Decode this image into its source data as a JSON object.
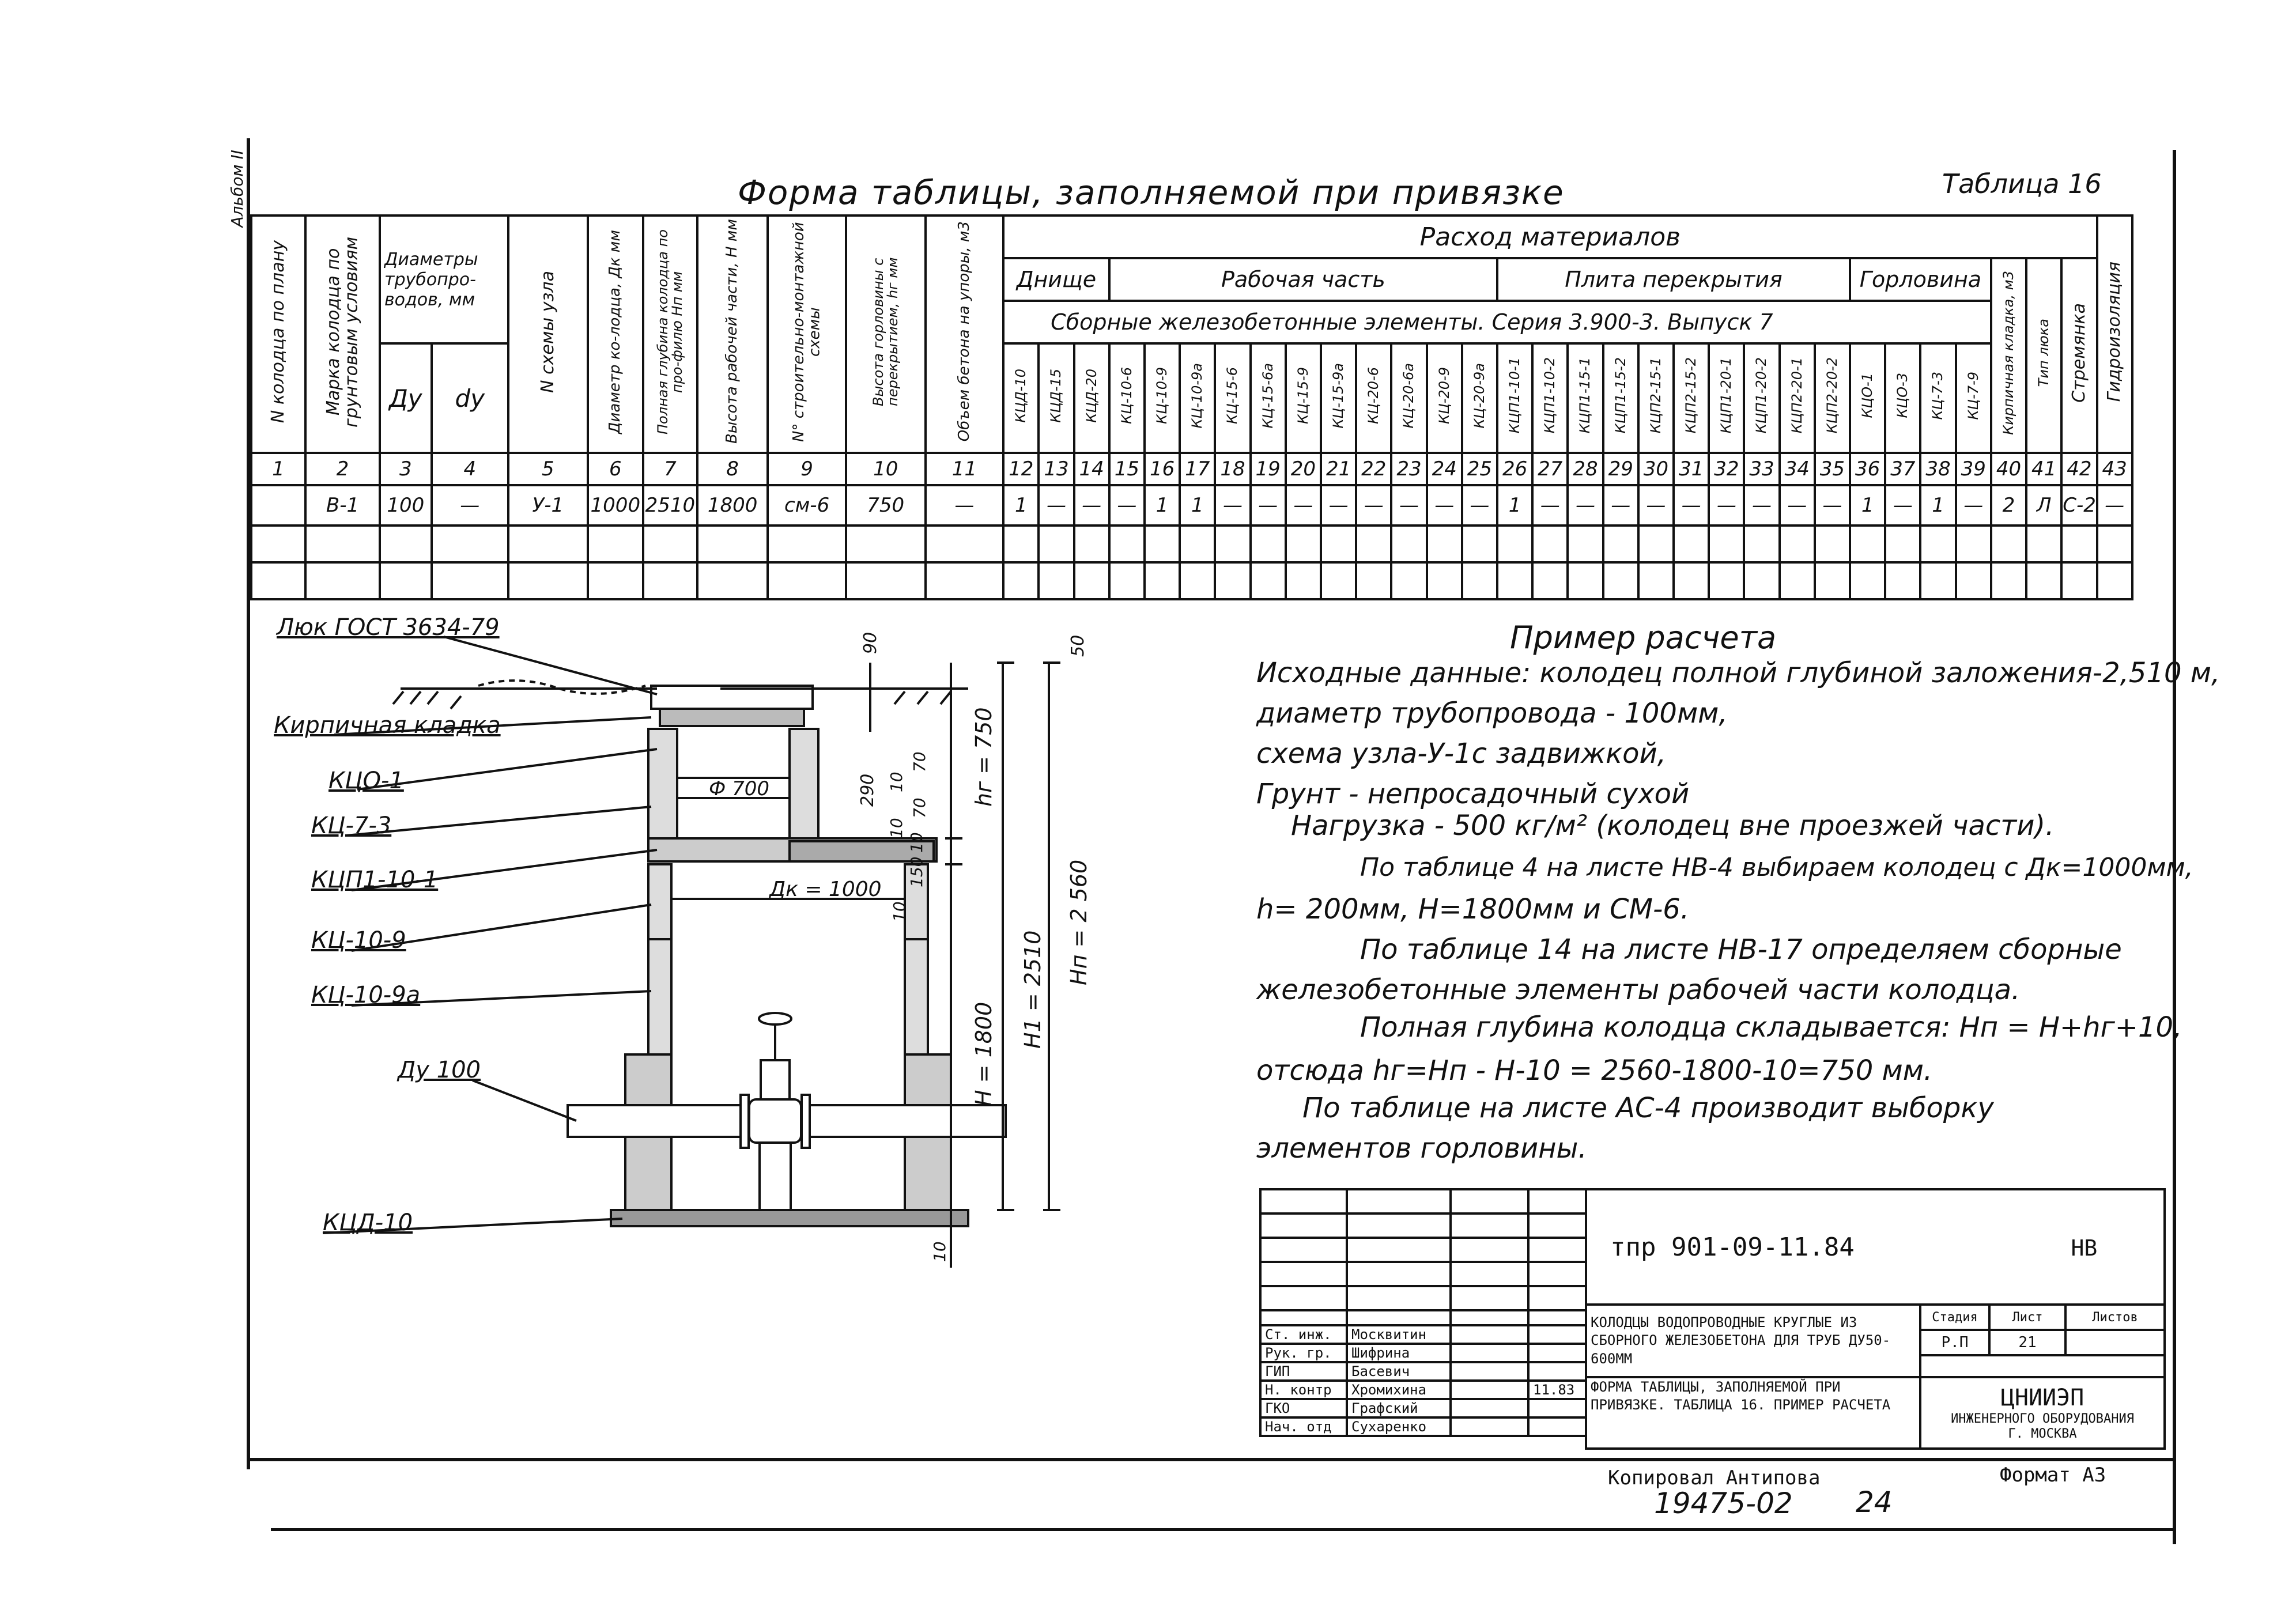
{
  "side_label": "Альбом II",
  "table_title": "Форма таблицы, заполняемой при привязке",
  "table_number": "Таблица 16",
  "headers": {
    "well_no": "N колодца по плану",
    "well_mark": "Марка колодца по грунтовым условиям",
    "pipe_diam": "Диаметры трубопро-водов, мм",
    "Dy": "Ду",
    "dy": "dy",
    "node_scheme": "N схемы узла",
    "well_diam": "Диаметр ко-лодца, Дк мм",
    "full_depth": "Полная глубина колодца по про-филю Hп мм",
    "work_height": "Высота рабочей части, H мм",
    "build_scheme": "N° строительно-монтажной схемы",
    "neck_height": "Высота горловины с перекрытием, hг мм",
    "concrete_volume": "Объем бетона на упоры, м3",
    "materials": "Расход материалов",
    "bottom": "Днище",
    "work_part": "Рабочая часть",
    "slab": "Плита перекрытия",
    "neck": "Горловина",
    "prefab": "Сборные железобетонные элементы.  Серия 3.900-3.  Выпуск 7",
    "brick": "Кирпичная кладка, м3",
    "hatch_type": "Тип люка",
    "ladder": "Стремянка",
    "waterproofing": "Гидроизоляция"
  },
  "element_cols": [
    "КЦД-10",
    "КЦД-15",
    "КЦД-20",
    "КЦ-10-6",
    "КЦ-10-9",
    "КЦ-10-9а",
    "КЦ-15-6",
    "КЦ-15-6а",
    "КЦ-15-9",
    "КЦ-15-9а",
    "КЦ-20-6",
    "КЦ-20-6а",
    "КЦ-20-9",
    "КЦ-20-9а",
    "КЦП1-10-1",
    "КЦП1-10-2",
    "КЦП1-15-1",
    "КЦП1-15-2",
    "КЦП2-15-1",
    "КЦП2-15-2",
    "КЦП1-20-1",
    "КЦП1-20-2",
    "КЦП2-20-1",
    "КЦП2-20-2",
    "КЦО-1",
    "КЦО-3",
    "КЦ-7-3",
    "КЦ-7-9"
  ],
  "col_numbers": [
    "1",
    "2",
    "3",
    "4",
    "5",
    "6",
    "7",
    "8",
    "9",
    "10",
    "11",
    "12",
    "13",
    "14",
    "15",
    "16",
    "17",
    "18",
    "19",
    "20",
    "21",
    "22",
    "23",
    "24",
    "25",
    "26",
    "27",
    "28",
    "29",
    "30",
    "31",
    "32",
    "33",
    "34",
    "35",
    "36",
    "37",
    "38",
    "39",
    "40",
    "41",
    "42",
    "43"
  ],
  "data_row": [
    "",
    "В-1",
    "100",
    "—",
    "У-1",
    "1000",
    "2510",
    "1800",
    "см-6",
    "750",
    "—",
    "1",
    "—",
    "—",
    "—",
    "1",
    "1",
    "—",
    "—",
    "—",
    "—",
    "—",
    "—",
    "—",
    "—",
    "1",
    "—",
    "—",
    "—",
    "—",
    "—",
    "—",
    "—",
    "—",
    "—",
    "1",
    "—",
    "1",
    "—",
    "2",
    "Л",
    "С-2",
    "—"
  ],
  "drawing": {
    "hatch_label": "Люк ГОСТ 3634-79",
    "brick_label": "Кирпичная кладка",
    "kco1": "КЦО-1",
    "kc73": "КЦ-7-3",
    "kcp": "КЦП1-10-1",
    "kc109": "КЦ-10-9",
    "kc109a": "КЦ-10-9а",
    "du100": "Ду 100",
    "kcd10": "КЦД-10",
    "phi700": "Ф 700",
    "dk1000": "Дк = 1000",
    "dim_90": "90",
    "dim_50": "50",
    "dim_290": "290",
    "dim_10a": "10",
    "dim_70a": "70",
    "dim_10b": "10",
    "dim_70b": "70",
    "dim_10c": "10",
    "dim_150": "150",
    "dim_10d": "10",
    "dim_10e": "10",
    "dim_hr": "hг = 750",
    "dim_h": "H = 1800",
    "dim_h1": "H1 = 2510",
    "dim_hn": "Hп = 2 560"
  },
  "example": {
    "title": "Пример расчета",
    "line1": "Исходные данные: колодец полной глубиной заложения-2,510 м,",
    "line2": "диаметр трубопровода - 100мм,",
    "line3": "схема узла-У-1с задвижкой,",
    "line4": "Грунт - непросадочный сухой",
    "line5": "Нагрузка - 500 кг/м² (колодец вне проезжей части).",
    "line6": "По таблице 4 на листе НВ-4 выбираем колодец с Дк=1000мм,",
    "line7": "h= 200мм, H=1800мм и СМ-6.",
    "line8": "По таблице 14 на листе НВ-17 определяем сборные",
    "line9": "железобетонные элементы рабочей части колодца.",
    "line10": "Полная глубина колодца складывается: Hп = H+hг+10,",
    "line11": "отсюда hг=Hп - H-10 = 2560-1800-10=750 мм.",
    "line12": "По таблице на листе АС-4 производит выборку",
    "line13": "элементов горловины."
  },
  "titleblock": {
    "code": "тпр 901-09-11.84",
    "sheet_code": "НВ",
    "roles": [
      "Ст. инж.",
      "Рук. гр.",
      "ГИП",
      "Н. контр",
      "ГКО",
      "Нач. отд"
    ],
    "names": [
      "Москвитин",
      "Шифрина",
      "Басевич",
      "Хромихина",
      "Графский",
      "Сухаренко"
    ],
    "date": "11.83",
    "project": "Колодцы водопроводные круглые из сборного железобетона для труб Ду50-600мм",
    "sheet_title": "Форма таблицы, заполняемой при привязке. Таблица 16. Пример расчета",
    "stage_label": "Стадия",
    "sheet_label": "Лист",
    "sheets_label": "Листов",
    "stage": "Р.П",
    "sheet": "21",
    "org1": "ЦНИИЭП",
    "org2": "инженерного оборудования",
    "org3": "г. Москва"
  },
  "footer": {
    "copied": "Копировал  Антипова",
    "format": "Формат А3",
    "number": "19475-02",
    "page": "24"
  }
}
